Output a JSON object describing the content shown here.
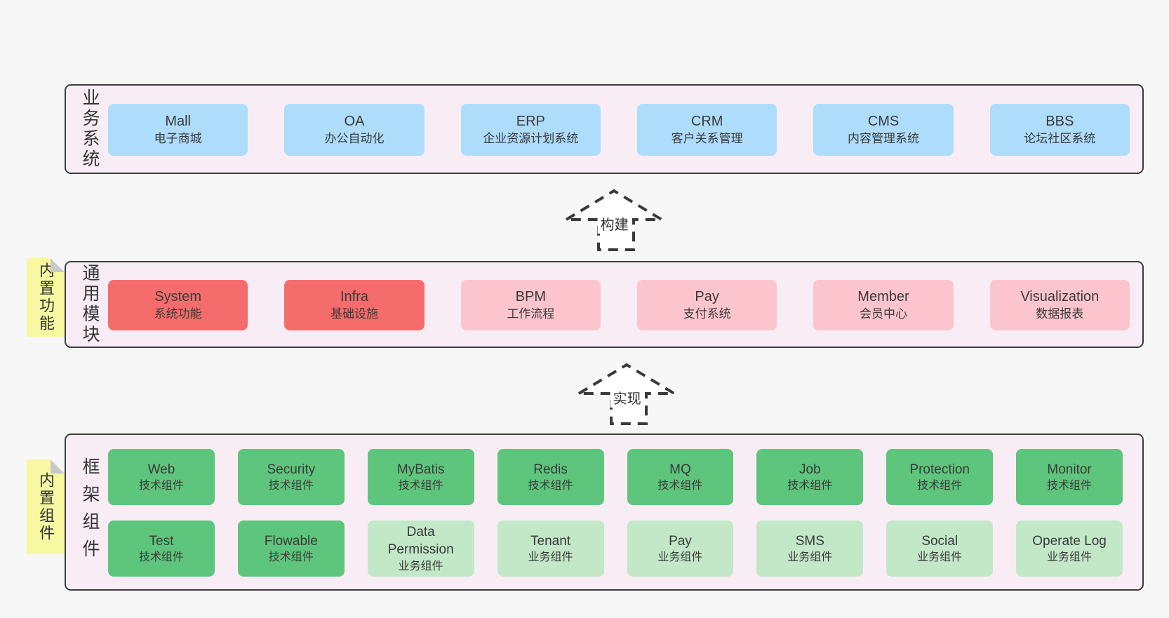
{
  "colors": {
    "page_bg": "#f7f7f7",
    "band_bg": "#f9edf5",
    "band_border": "#3c3c3c",
    "blue": "#aedcfb",
    "red": "#f56c6c",
    "pink": "#fcc5cd",
    "green_dark": "#5ec57c",
    "green_light": "#c2e8c8",
    "sticky_bg": "#f8f8a2",
    "sticky_fold": "#c9c9c9",
    "text": "#3a3a3a"
  },
  "arrows": [
    {
      "label": "构建"
    },
    {
      "label": "实现"
    }
  ],
  "bands": [
    {
      "label": "业务系统",
      "boxes": [
        {
          "name": "Mall",
          "desc": "电子商城"
        },
        {
          "name": "OA",
          "desc": "办公自动化"
        },
        {
          "name": "ERP",
          "desc": "企业资源计划系统"
        },
        {
          "name": "CRM",
          "desc": "客户关系管理"
        },
        {
          "name": "CMS",
          "desc": "内容管理系统"
        },
        {
          "name": "BBS",
          "desc": "论坛社区系统"
        }
      ]
    },
    {
      "label": "通用模块",
      "sticky": "内置功能",
      "boxes": [
        {
          "name": "System",
          "desc": "系统功能"
        },
        {
          "name": "Infra",
          "desc": "基础设施"
        },
        {
          "name": "BPM",
          "desc": "工作流程"
        },
        {
          "name": "Pay",
          "desc": "支付系统"
        },
        {
          "name": "Member",
          "desc": "会员中心"
        },
        {
          "name": "Visualization",
          "desc": "数据报表"
        }
      ]
    },
    {
      "label": "框架组件",
      "sticky": "内置组件",
      "rows": [
        [
          {
            "name": "Web",
            "desc": "技术组件"
          },
          {
            "name": "Security",
            "desc": "技术组件"
          },
          {
            "name": "MyBatis",
            "desc": "技术组件"
          },
          {
            "name": "Redis",
            "desc": "技术组件"
          },
          {
            "name": "MQ",
            "desc": "技术组件"
          },
          {
            "name": "Job",
            "desc": "技术组件"
          },
          {
            "name": "Protection",
            "desc": "技术组件"
          },
          {
            "name": "Monitor",
            "desc": "技术组件"
          }
        ],
        [
          {
            "name": "Test",
            "desc": "技术组件"
          },
          {
            "name": "Flowable",
            "desc": "技术组件"
          },
          {
            "name": "Data Permission",
            "desc": "业务组件"
          },
          {
            "name": "Tenant",
            "desc": "业务组件"
          },
          {
            "name": "Pay",
            "desc": "业务组件"
          },
          {
            "name": "SMS",
            "desc": "业务组件"
          },
          {
            "name": "Social",
            "desc": "业务组件"
          },
          {
            "name": "Operate Log",
            "desc": "业务组件"
          }
        ]
      ]
    }
  ]
}
